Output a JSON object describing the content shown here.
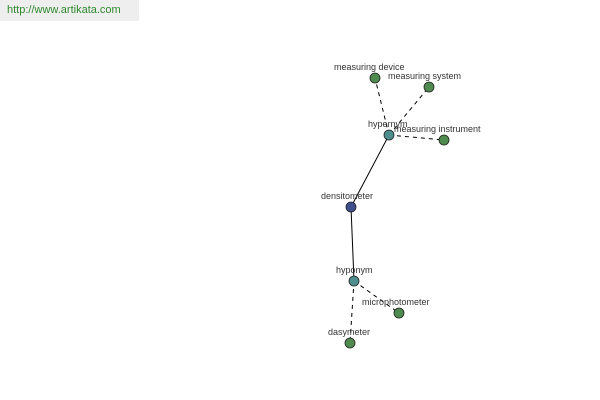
{
  "watermark": "http://www.artikata.com",
  "colors": {
    "root_node": "#3f4f8e",
    "relation_node": "#4f8e8e",
    "leaf_node": "#4f8a4f",
    "label_text": "#333333",
    "watermark_text": "#2f8a2f",
    "watermark_bg": "#eeeeee"
  },
  "graph": {
    "root": {
      "label": "densitometer"
    },
    "relations": [
      {
        "label": "hypernym",
        "terms": [
          "measuring device",
          "measuring system",
          "measuring instrument"
        ]
      },
      {
        "label": "hyponym",
        "terms": [
          "microphotometer",
          "dasymeter"
        ]
      }
    ]
  }
}
